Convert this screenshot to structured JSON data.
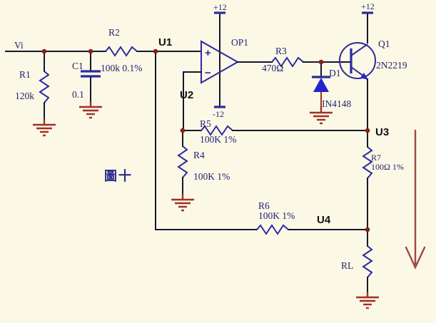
{
  "figure": {
    "label": "圖十"
  },
  "colors": {
    "background": "#fbf8e6",
    "wire": "#16162c",
    "symbol_blue": "#2a2aa0",
    "diode_fill_blue": "#2424cc",
    "label_navy": "#232370",
    "node_label_black": "#111111",
    "ground_red": "#9e3028",
    "junction_red": "#8a2018",
    "current_arrow_red": "#a04840"
  },
  "nets": {
    "input_label": "Vi",
    "nodes": {
      "u1": "U1",
      "u2": "U2",
      "u3": "U3",
      "u4": "U4"
    }
  },
  "power": {
    "opamp_positive": "+12",
    "opamp_negative": "-12",
    "q1_positive": "+12"
  },
  "components": {
    "r1": {
      "ref": "R1",
      "value": "120k"
    },
    "c1": {
      "ref": "C1",
      "value": "0.1"
    },
    "r2": {
      "ref": "R2",
      "value": "100k 0.1%"
    },
    "op1": {
      "ref": "OP1",
      "noninverting_sign": "+",
      "inverting_sign": "−"
    },
    "r3": {
      "ref": "R3",
      "value": "470Ω"
    },
    "d1": {
      "ref": "D1",
      "value": "IN4148"
    },
    "q1": {
      "ref": "Q1",
      "value": "2N2219"
    },
    "r5": {
      "ref": "R5",
      "value": "100K 1%"
    },
    "r4": {
      "ref": "R4",
      "value": "100K 1%"
    },
    "r6": {
      "ref": "R6",
      "value": "100K 1%"
    },
    "r7": {
      "ref": "R7",
      "value": "100Ω 1%"
    },
    "rl": {
      "ref": "RL"
    }
  }
}
